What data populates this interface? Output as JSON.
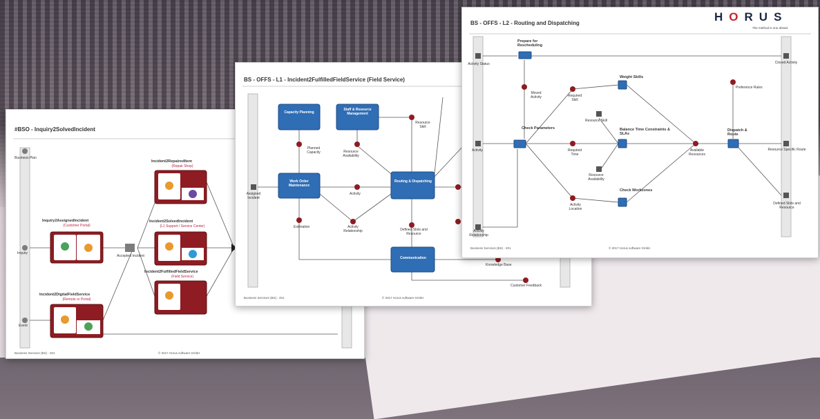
{
  "sheets": {
    "left": {
      "title": "#BSO - Inquiry2SolvedIncident",
      "footer_left": "Business Services (BS) - 201",
      "footer_right": "© 2017 Horus software GmbH",
      "inputs": [
        "Business Plan",
        "Inquiry",
        "Event"
      ],
      "nodes": [
        {
          "title": "Inquiry2AssignedIncident",
          "sub": "(Customer Portal)"
        },
        {
          "title": "Incident2RepairedItem",
          "sub": "(Repair Shop)"
        },
        {
          "title": "Incident2SolvedIncident",
          "sub": "(L1 Support / Service Center)"
        },
        {
          "title": "Incident2FulfilledFieldService",
          "sub": "(Field Service)"
        },
        {
          "title": "Incident2DigitalFieldService",
          "sub": "(Remote or Portal)"
        }
      ],
      "mid_label": "Accepted Incident"
    },
    "middle": {
      "title": "BS - OFFS - L1 - Incident2FulfilledFieldService (Field Service)",
      "footer_left": "Business Services (BS) - 201",
      "footer_right": "© 2017 Horus software GmbH",
      "boxes": [
        "Capacity Planning",
        "Staff & Resource Management",
        "Work Order Maintenance",
        "Routing & Dispatching",
        "Communication"
      ],
      "labels": [
        "Planned Capacity",
        "Resource Availability",
        "Resource Skill",
        "Activity",
        "Activity Relationship",
        "Estimation",
        "Defined Slots and Resource",
        "Knowledge Base",
        "Customer Feedback",
        "Assigned Incident"
      ]
    },
    "right": {
      "title": "BS - OFFS - L2 - Routing and Dispatching",
      "logo": "HORUS",
      "tagline": "The method is one ahead",
      "footer_left": "Business Services (BS) - 201",
      "footer_right": "© 2017 Horus software GmbH",
      "boxes": [
        "Prepare for Rescheduling",
        "Weight Skills",
        "Check Parameters",
        "Balance Time Constraints & SLAs",
        "Check Workzones",
        "Dispatch & Route"
      ],
      "labels": [
        "Activity Status",
        "Activity",
        "Activity Relationship",
        "Moved Activity",
        "Required Skill",
        "Resource Skill",
        "Required Time",
        "Resource Availability",
        "Activity Location",
        "Available Resources",
        "Preference Rules",
        "Closed Activity",
        "Resource Specific Route",
        "Defined Slots and Resource"
      ]
    }
  },
  "colors": {
    "box_blue": "#2f6db5",
    "box_red": "#8e1c22",
    "event_red": "#a52126",
    "logo_navy": "#1b2740",
    "logo_red": "#c4252b"
  }
}
